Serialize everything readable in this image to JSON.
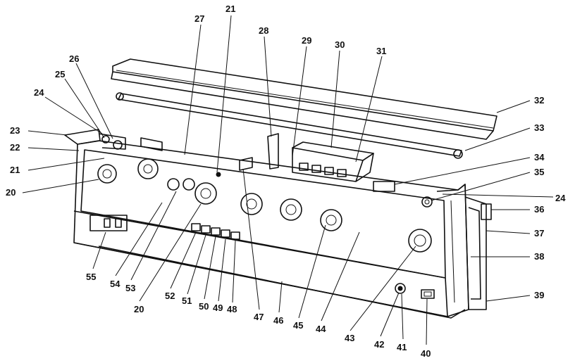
{
  "callouts": [
    {
      "id": "c27",
      "text": "27"
    },
    {
      "id": "c21a",
      "text": "21"
    },
    {
      "id": "c28",
      "text": "28"
    },
    {
      "id": "c29",
      "text": "29"
    },
    {
      "id": "c30",
      "text": "30"
    },
    {
      "id": "c31",
      "text": "31"
    },
    {
      "id": "c26",
      "text": "26"
    },
    {
      "id": "c25",
      "text": "25"
    },
    {
      "id": "c24a",
      "text": "24"
    },
    {
      "id": "c32",
      "text": "32"
    },
    {
      "id": "c23",
      "text": "23"
    },
    {
      "id": "c22",
      "text": "22"
    },
    {
      "id": "c33",
      "text": "33"
    },
    {
      "id": "c21b",
      "text": "21"
    },
    {
      "id": "c34",
      "text": "34"
    },
    {
      "id": "c35",
      "text": "35"
    },
    {
      "id": "c20a",
      "text": "20"
    },
    {
      "id": "c24b",
      "text": "24"
    },
    {
      "id": "c36",
      "text": "36"
    },
    {
      "id": "c37",
      "text": "37"
    },
    {
      "id": "c38",
      "text": "38"
    },
    {
      "id": "c55",
      "text": "55"
    },
    {
      "id": "c54",
      "text": "54"
    },
    {
      "id": "c53",
      "text": "53"
    },
    {
      "id": "c52",
      "text": "52"
    },
    {
      "id": "c51",
      "text": "51"
    },
    {
      "id": "c50",
      "text": "50"
    },
    {
      "id": "c49",
      "text": "49"
    },
    {
      "id": "c48",
      "text": "48"
    },
    {
      "id": "c20b",
      "text": "20"
    },
    {
      "id": "c47",
      "text": "47"
    },
    {
      "id": "c46",
      "text": "46"
    },
    {
      "id": "c45",
      "text": "45"
    },
    {
      "id": "c44",
      "text": "44"
    },
    {
      "id": "c43",
      "text": "43"
    },
    {
      "id": "c42",
      "text": "42"
    },
    {
      "id": "c41",
      "text": "41"
    },
    {
      "id": "c40",
      "text": "40"
    },
    {
      "id": "c39",
      "text": "39"
    }
  ]
}
